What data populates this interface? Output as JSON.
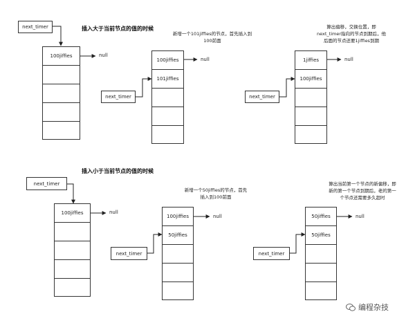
{
  "sections": [
    {
      "title": "插入大于当前节点的值的时候",
      "panels": [
        {
          "pointer": "next_timer",
          "cells": [
            "100jiffies",
            "",
            "",
            "",
            ""
          ],
          "null": "null",
          "note": ""
        },
        {
          "pointer": "next_timer",
          "cells": [
            "100jiffies",
            "101jiffies",
            "",
            "",
            ""
          ],
          "null": "null",
          "note": "新增一个101jiffies的节点，首先插入到100前面"
        },
        {
          "pointer": "next_timer",
          "cells": [
            "1jiffies",
            "100jiffies",
            "",
            "",
            ""
          ],
          "null": "null",
          "note": "算出偏移，交换位置，即next_timer指向的节点到期后，他后面的节点还要1jiffies到期"
        }
      ]
    },
    {
      "title": "插入小于当前节点的值的时候",
      "panels": [
        {
          "pointer": "next_timer",
          "cells": [
            "100jiffies",
            "",
            "",
            "",
            ""
          ],
          "null": "null",
          "note": ""
        },
        {
          "pointer": "next_timer",
          "cells": [
            "100jiffies",
            "50jiffies",
            "",
            "",
            ""
          ],
          "null": "null",
          "note": "新增一个50jiffies的节点，首先插入到100前面"
        },
        {
          "pointer": "next_timer",
          "cells": [
            "50jiffies",
            "50jiffies",
            "",
            "",
            ""
          ],
          "null": "null",
          "note": "算出当前第一个节点的新偏移，即新的第一个节点到期后，老的第一个节点还需要多久超时"
        }
      ]
    }
  ],
  "watermark": "编程杂技"
}
